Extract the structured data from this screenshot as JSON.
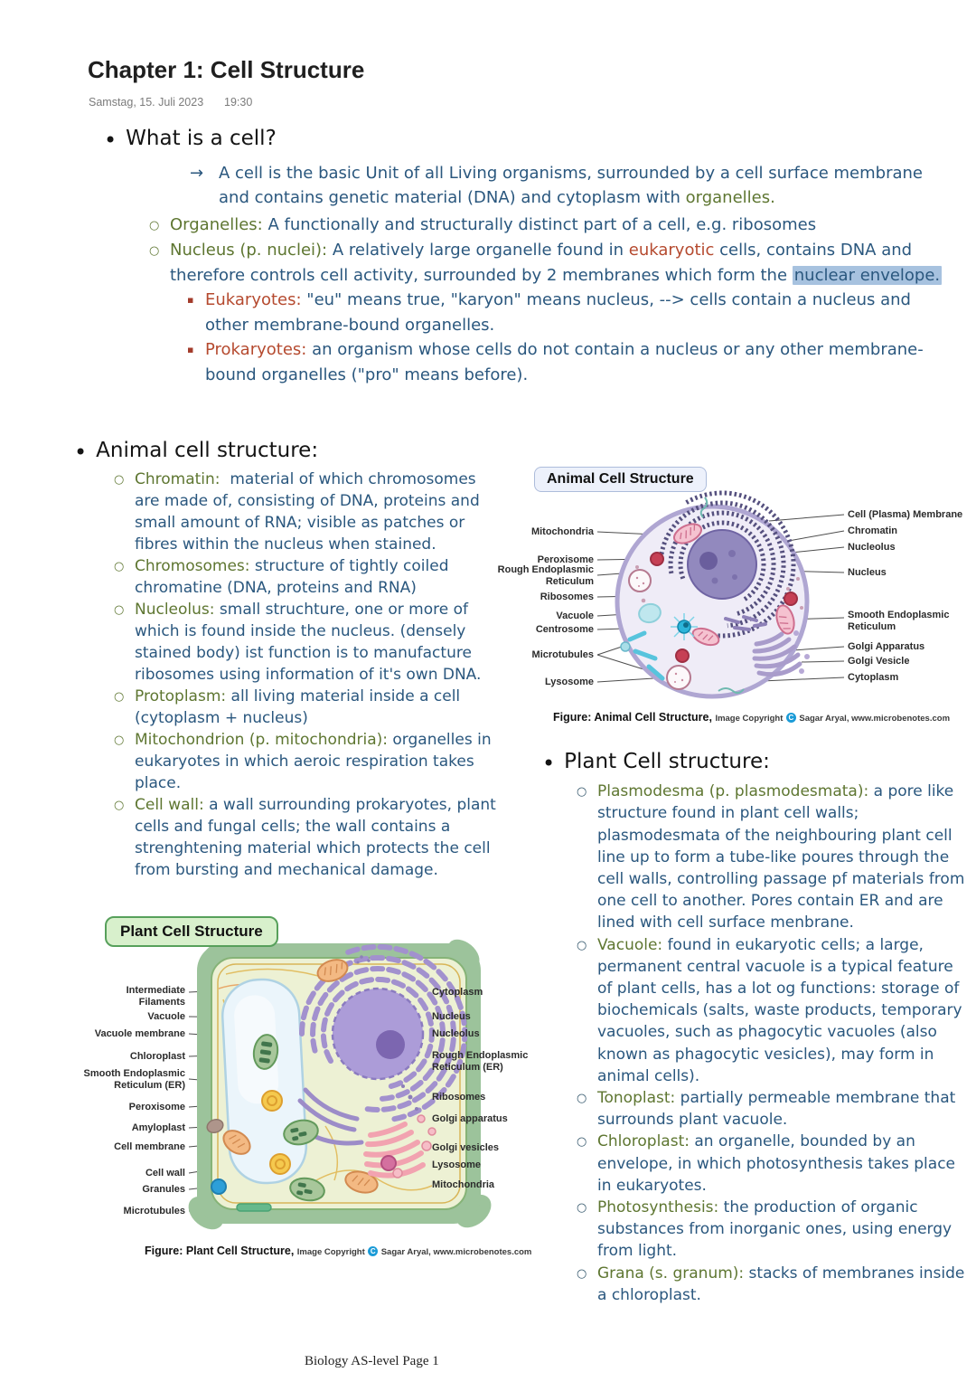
{
  "header": {
    "title": "Chapter 1: Cell Structure",
    "date": "Samstag, 15. Juli 2023",
    "time": "19:30"
  },
  "what_is_cell": {
    "heading": "What is a cell?",
    "arrow": "→",
    "definition_segments": [
      {
        "t": "A cell is the basic Unit of all Living organisms, surrounded by a cell surface membrane and contains genetic material (DNA) and cytoplasm with "
      },
      {
        "t": "organelles.",
        "c": "g"
      }
    ],
    "items": [
      {
        "marker": "circle",
        "segments": [
          {
            "t": "Organelles:",
            "c": "g"
          },
          {
            "t": " A functionally and structurally distinct part of a cell, e.g. ribosomes"
          }
        ]
      },
      {
        "marker": "circle",
        "segments": [
          {
            "t": "Nucleus (p. nuclei):",
            "c": "g"
          },
          {
            "t": " A relatively large organelle found in "
          },
          {
            "t": "eukaryotic",
            "c": "r"
          },
          {
            "t": " cells, contains DNA and therefore controls cell activity, surrounded by 2 membranes which form the "
          },
          {
            "t": "nuclear envelope.",
            "c": "hl"
          }
        ]
      },
      {
        "marker": "square",
        "segments": [
          {
            "t": "Eukaryotes:",
            "c": "r"
          },
          {
            "t": " \"eu\" means true, \"karyon\" means nucleus, --> cells contain a nucleus and other membrane-bound organelles."
          }
        ]
      },
      {
        "marker": "square",
        "segments": [
          {
            "t": "Prokaryotes:",
            "c": "r"
          },
          {
            "t": " an organism whose cells do not contain a nucleus or any other membrane-bound organelles (\"pro\" means before)."
          }
        ]
      }
    ]
  },
  "animal_section": {
    "heading": "Animal cell structure:",
    "items": [
      {
        "segments": [
          {
            "t": "Chromatin:",
            "c": "g"
          },
          {
            "t": "  material of which chromosomes are made of, consisting of DNA, proteins and small amount of RNA; visible as patches or fibres within the nucleus when stained."
          }
        ]
      },
      {
        "segments": [
          {
            "t": "Chromosomes:",
            "c": "g"
          },
          {
            "t": " structure of tightly coiled chromatine (DNA, proteins and RNA)"
          }
        ]
      },
      {
        "segments": [
          {
            "t": "Nucleolus:",
            "c": "g"
          },
          {
            "t": " small struchture, one or more of which is found inside the nucleus. (densely stained body) ist function is to manufacture ribosomes using information of it's own DNA."
          }
        ]
      },
      {
        "segments": [
          {
            "t": "Protoplasm:",
            "c": "g"
          },
          {
            "t": " all living material inside a cell (cytoplasm + nucleus)"
          }
        ]
      },
      {
        "segments": [
          {
            "t": "Mitochondrion (p. mitochondria):",
            "c": "g"
          },
          {
            "t": " organelles in eukaryotes in which aeroic respiration takes place."
          }
        ]
      },
      {
        "segments": [
          {
            "t": "Cell wall:",
            "c": "g"
          },
          {
            "t": " a wall surrounding prokaryotes, plant cells and fungal cells; the wall contains a strenghtening material which protects the cell from bursting and mechanical damage."
          }
        ]
      }
    ]
  },
  "plant_section": {
    "heading": "Plant Cell structure:",
    "items": [
      {
        "segments": [
          {
            "t": "Plasmodesma (p. plasmodesmata):",
            "c": "g"
          },
          {
            "t": " a pore like structure found in plant cell walls; plasmodesmata of the neighbouring plant cell line up to form a tube-like poures through the cell walls, controlling passage pf materials from one cell to another. Pores contain ER and are lined with cell surface menbrane."
          }
        ]
      },
      {
        "segments": [
          {
            "t": "Vacuole:",
            "c": "g"
          },
          {
            "t": " found in eukaryotic cells; a large, permanent central vacuole is a typical feature of plant cells, has a lot og functions: storage of biochemicals (salts, waste products, temporary vacuoles, such as phagocytic vacuoles (also known as phagocytic vesicles), may form in animal cells)."
          }
        ]
      },
      {
        "segments": [
          {
            "t": "Tonoplast:",
            "c": "g"
          },
          {
            "t": " partially permeable membrane that surrounds plant vacuole."
          }
        ]
      },
      {
        "segments": [
          {
            "t": "Chloroplast:",
            "c": "g"
          },
          {
            "t": " an organelle, bounded by an envelope, in which photosynthesis takes place in eukaryotes."
          }
        ]
      },
      {
        "segments": [
          {
            "t": "Photosynthesis:",
            "c": "g"
          },
          {
            "t": " the production of organic substances from inorganic ones, using energy from light."
          }
        ]
      },
      {
        "segments": [
          {
            "t": "Grana (s. granum):",
            "c": "g"
          },
          {
            "t": " stacks of membranes inside a chloroplast."
          }
        ]
      }
    ]
  },
  "animal_diagram": {
    "title": "Animal Cell Structure",
    "left_labels": [
      "Mitochondria",
      "Peroxisome",
      "Rough Endoplasmic\nReticulum",
      "Ribosomes",
      "Vacuole",
      "Centrosome",
      "Microtubules",
      "Lysosome"
    ],
    "right_labels": [
      "Cell (Plasma) Membrane",
      "Chromatin",
      "Nucleolus",
      "Nucleus",
      "Smooth Endoplasmic\nReticulum",
      "Golgi Apparatus",
      "Golgi Vesicle",
      "Cytoplasm"
    ],
    "caption": {
      "figure": "Figure: Animal Cell Structure,",
      "copyright": "Image Copyright",
      "symbol": "C",
      "author": "Sagar Aryal, www.microbenotes.com"
    }
  },
  "plant_diagram": {
    "title": "Plant Cell Structure",
    "left_labels": [
      "Intermediate Filaments",
      "Vacuole",
      "Vacuole membrane",
      "Chloroplast",
      "Smooth Endoplasmic\nReticulum (ER)",
      "Peroxisome",
      "Amyloplast",
      "Cell membrane",
      "Cell wall",
      "Granules",
      "Microtubules"
    ],
    "right_labels": [
      "Cytoplasm",
      "Nucleus",
      "Nucleolus",
      "Rough Endoplasmic\nReticulum (ER)",
      "Ribosomes",
      "Golgi apparatus",
      "Golgi vesicles",
      "Lysosome",
      "Mitochondria"
    ],
    "caption": {
      "figure": "Figure: Plant Cell Structure,",
      "copyright": "Image Copyright",
      "symbol": "C",
      "author": "Sagar Aryal, www.microbenotes.com"
    }
  },
  "footer": {
    "text": "Biology AS-level Page 1"
  },
  "colors": {
    "ink": "#2A577E",
    "term_green": "#5E7631",
    "term_red": "#B54A2F",
    "highlight": "#A7C2DF"
  }
}
